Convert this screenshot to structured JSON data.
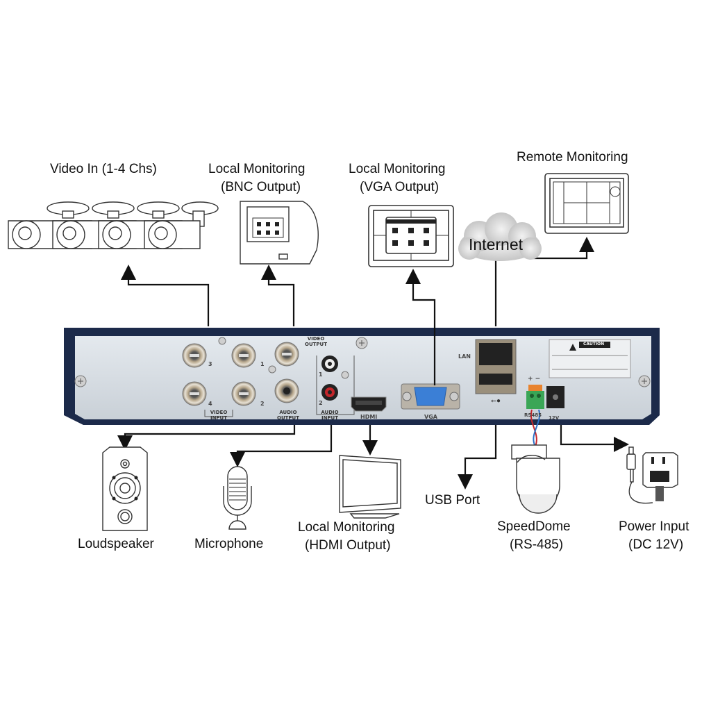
{
  "title": "DVR rear panel connection diagram",
  "labels": {
    "video_in": "Video In (1-4 Chs)",
    "bnc_monitor_1": "Local Monitoring",
    "bnc_monitor_2": "(BNC Output)",
    "vga_monitor_1": "Local Monitoring",
    "vga_monitor_2": "(VGA Output)",
    "remote": "Remote Monitoring",
    "internet": "Internet",
    "loudspeaker": "Loudspeaker",
    "microphone": "Microphone",
    "hdmi_monitor_1": "Local Monitoring",
    "hdmi_monitor_2": "(HDMI Output)",
    "usb": "USB Port",
    "speeddome_1": "SpeedDome",
    "speeddome_2": "(RS-485)",
    "power_1": "Power Input",
    "power_2": "(DC 12V)"
  },
  "panel": {
    "video_output": "VIDEO OUTPUT",
    "video_input": "VIDEO INPUT",
    "audio_output": "AUDIO OUTPUT",
    "audio_input": "AUDIO INPUT",
    "hdmi": "HDMI",
    "vga": "VGA",
    "lan": "LAN",
    "rs485": "RS485",
    "dc12v": "12V",
    "ch1": "1",
    "ch2": "2",
    "ch3": "3",
    "ch4": "4",
    "audio1": "1",
    "audio2": "2",
    "plus_minus": "+ −",
    "caution": "CAUTION"
  },
  "colors": {
    "chassis": "#1c2a4a",
    "panel": "#d7dde3",
    "vga_port": "#3b7fd6",
    "terminal": "#3aa656",
    "rca_red": "#c4262b"
  }
}
